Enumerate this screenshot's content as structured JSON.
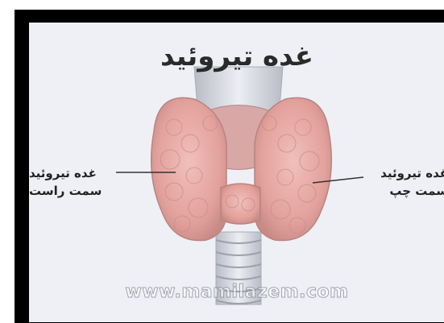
{
  "title": "غده تیروئید",
  "labels": {
    "right_lobe": {
      "line1": "غده تیروئید",
      "line2": "سمت راست"
    },
    "left_lobe": {
      "line1": "غده تیروئید",
      "line2": "سمت چپ"
    }
  },
  "watermark": "www.mamilazem.com",
  "colors": {
    "background": "#eef0f6",
    "frame": "#000000",
    "gland": "#e8a9a4",
    "gland_shadow": "#c98a86",
    "trachea": "#d9dbe3"
  }
}
